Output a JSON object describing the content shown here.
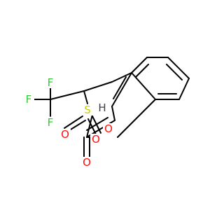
{
  "atoms": {
    "fluorine_top": {
      "text": "F",
      "color": "#33cc33"
    },
    "fluorine_left": {
      "text": "F",
      "color": "#33cc33"
    },
    "fluorine_bottom": {
      "text": "F",
      "color": "#33cc33"
    },
    "sulfur": {
      "text": "S",
      "color": "#cccc00"
    },
    "ring_oxygen": {
      "text": "O",
      "color": "#ff0d0d"
    },
    "carbonyl_oxygen": {
      "text": "O",
      "color": "#ff0d0d"
    },
    "sulfonyl_oxygen_left": {
      "text": "O",
      "color": "#ff0d0d"
    },
    "sulfonyl_oxygen_right": {
      "text": "O",
      "color": "#ff0d0d"
    },
    "hydrogen": {
      "text": "H",
      "color": "#404040"
    }
  },
  "bond_color": "#000000"
}
